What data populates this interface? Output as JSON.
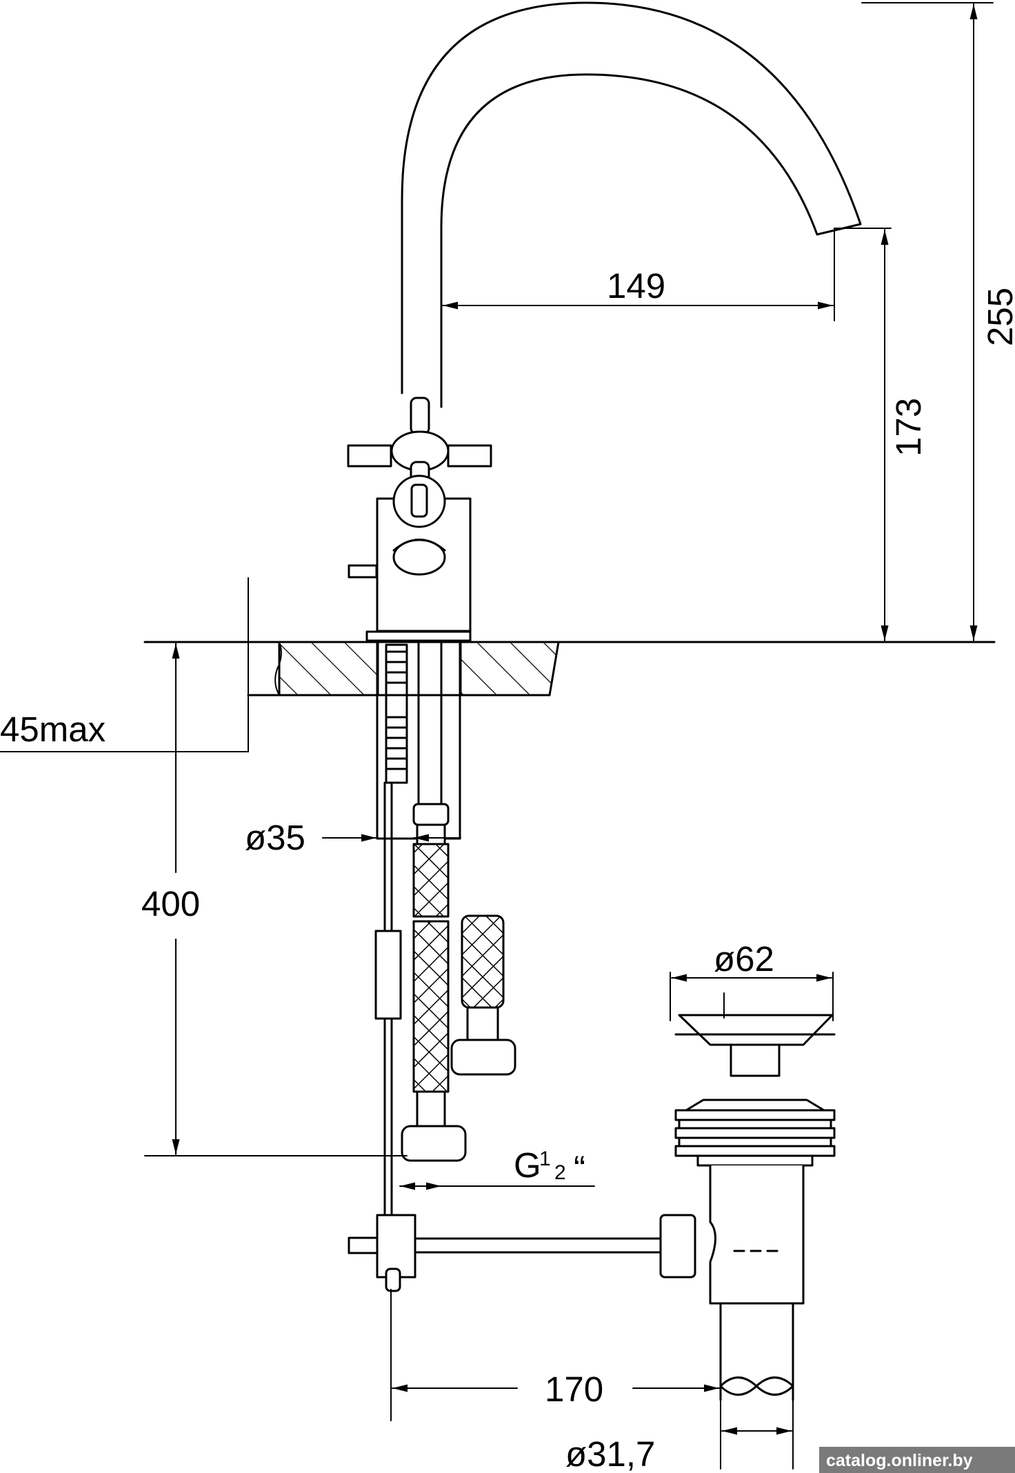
{
  "drawing": {
    "dimensions": {
      "spout_reach": "149",
      "spout_height": "173",
      "total_height": "255",
      "deck_thickness": "45max",
      "body_diameter": "ø35",
      "hose_length": "400",
      "connection": "G",
      "connection_num": "1",
      "connection_den": "2",
      "connection_mark": "“",
      "drain_head_diameter": "ø62",
      "drain_offset": "170",
      "drain_pipe_diameter": "ø31,7"
    },
    "watermark": "catalog.onliner.by"
  }
}
